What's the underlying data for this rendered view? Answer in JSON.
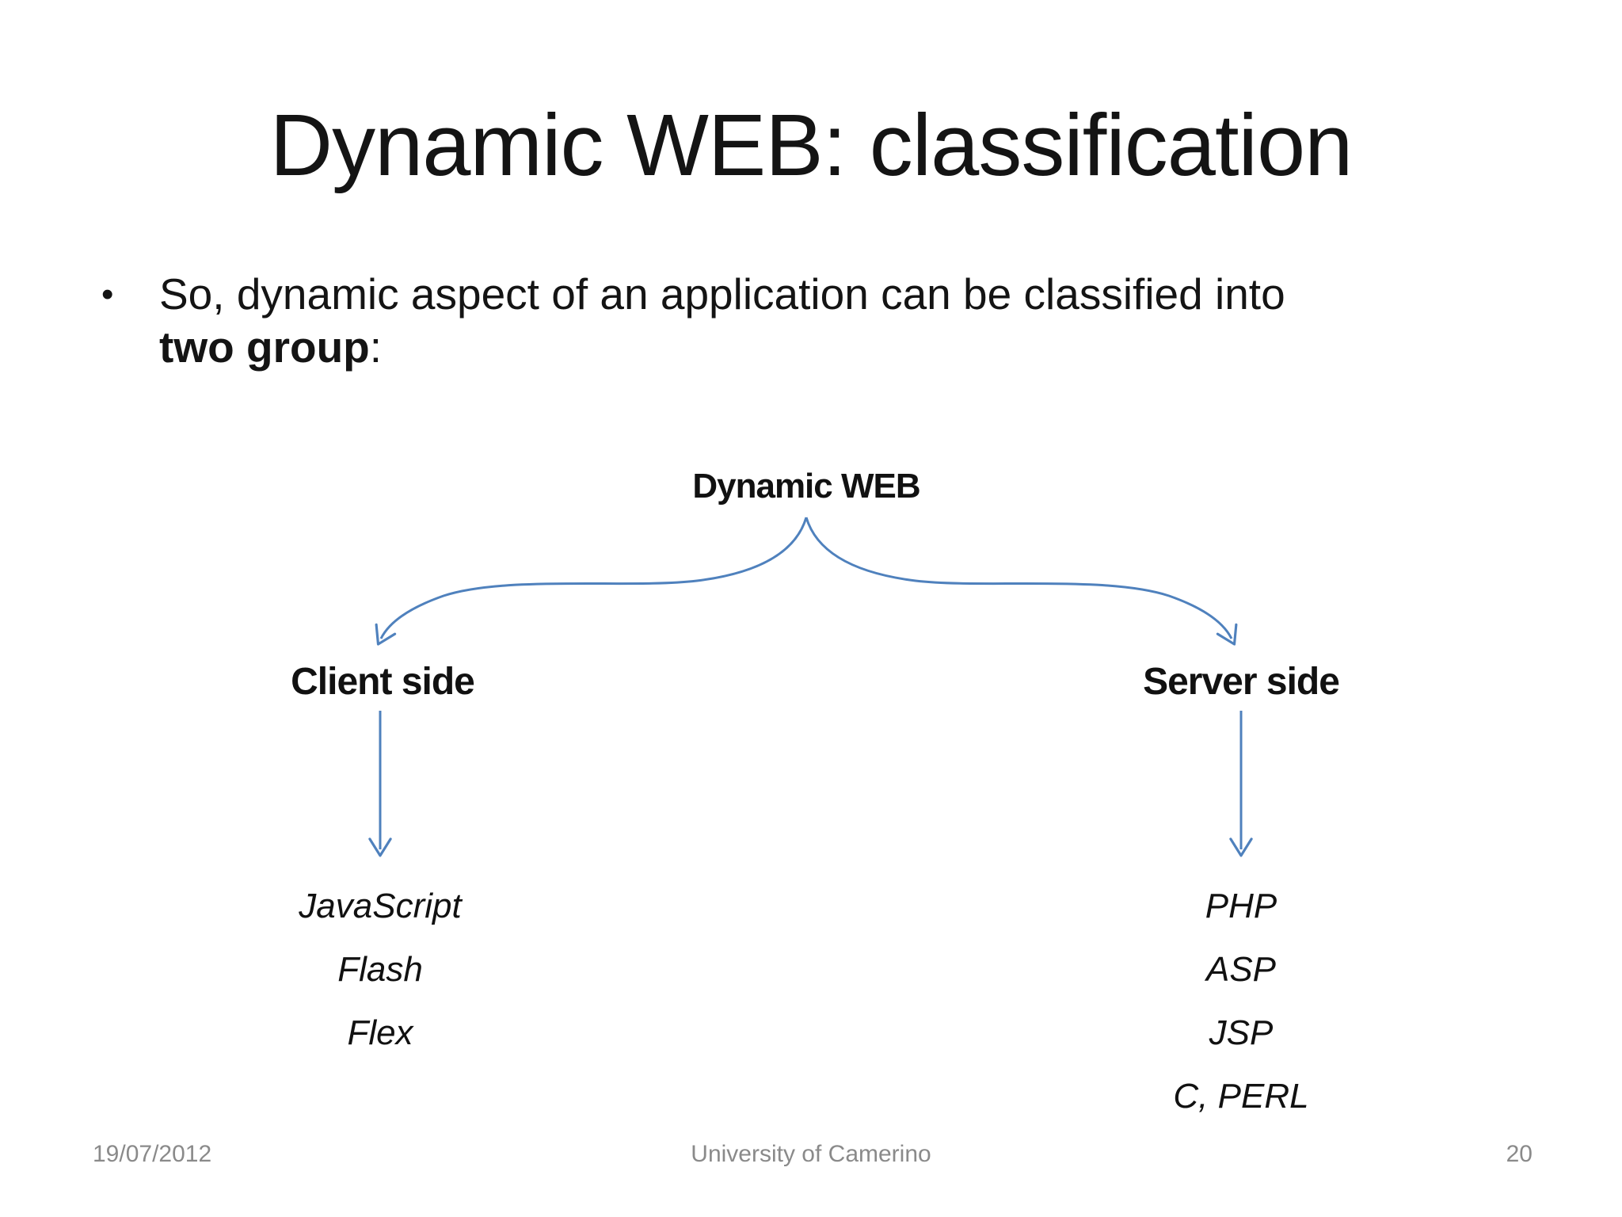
{
  "slide": {
    "title": "Dynamic WEB: classification",
    "bullet": {
      "marker": "•",
      "line1": "So, dynamic aspect of an application can be classified into",
      "line2_bold": "two group",
      "line2_suffix": ":"
    },
    "diagram": {
      "root_label": "Dynamic WEB",
      "arrow_color": "#4F81BD",
      "branches": [
        {
          "label": "Client side",
          "items": [
            "JavaScript",
            "Flash",
            "Flex"
          ]
        },
        {
          "label": "Server side",
          "items": [
            "PHP",
            "ASP",
            "JSP",
            "C, PERL"
          ]
        }
      ]
    },
    "footer": {
      "date": "19/07/2012",
      "center_text": "University of Camerino",
      "page_number": "20"
    }
  }
}
